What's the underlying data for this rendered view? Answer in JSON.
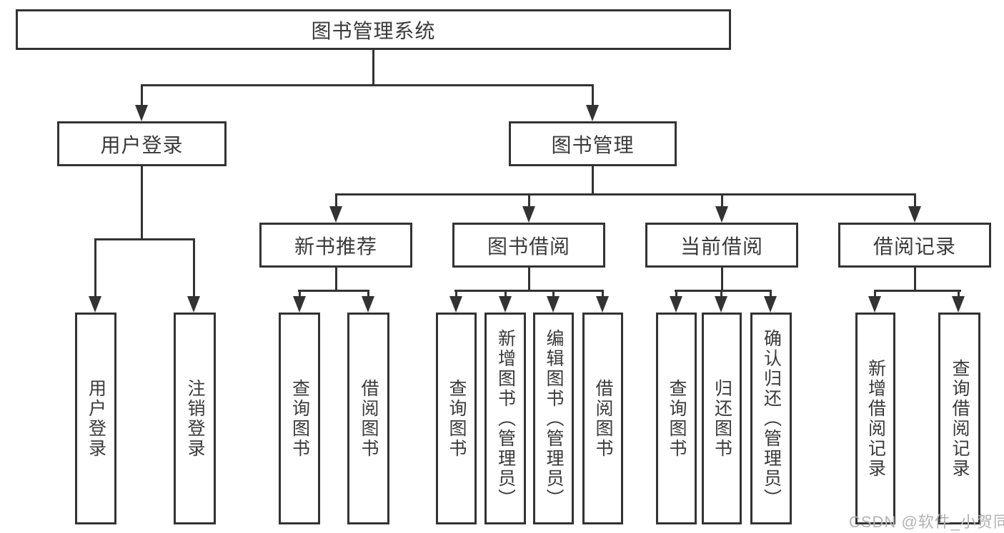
{
  "diagram": {
    "root": "图书管理系统",
    "branches": [
      {
        "label": "用户登录",
        "children": [
          "用户登录",
          "注销登录"
        ]
      },
      {
        "label": "图书管理",
        "children": [
          {
            "label": "新书推荐",
            "children": [
              "查询图书",
              "借阅图书"
            ]
          },
          {
            "label": "图书借阅",
            "children": [
              "查询图书",
              "新增图书（管理员）",
              "编辑图书（管理员）",
              "借阅图书"
            ]
          },
          {
            "label": "当前借阅",
            "children": [
              "查询图书",
              "归还图书",
              "确认归还（管理员）"
            ]
          },
          {
            "label": "借阅记录",
            "children": [
              "新增借阅记录",
              "查询借阅记录"
            ]
          }
        ]
      }
    ]
  },
  "watermark": {
    "text": "CSDN @软件_小贺同学"
  },
  "colors": {
    "line": "#333333",
    "text": "#3a3a3a",
    "watermark": "#b3b3b3",
    "background": "#ffffff"
  }
}
